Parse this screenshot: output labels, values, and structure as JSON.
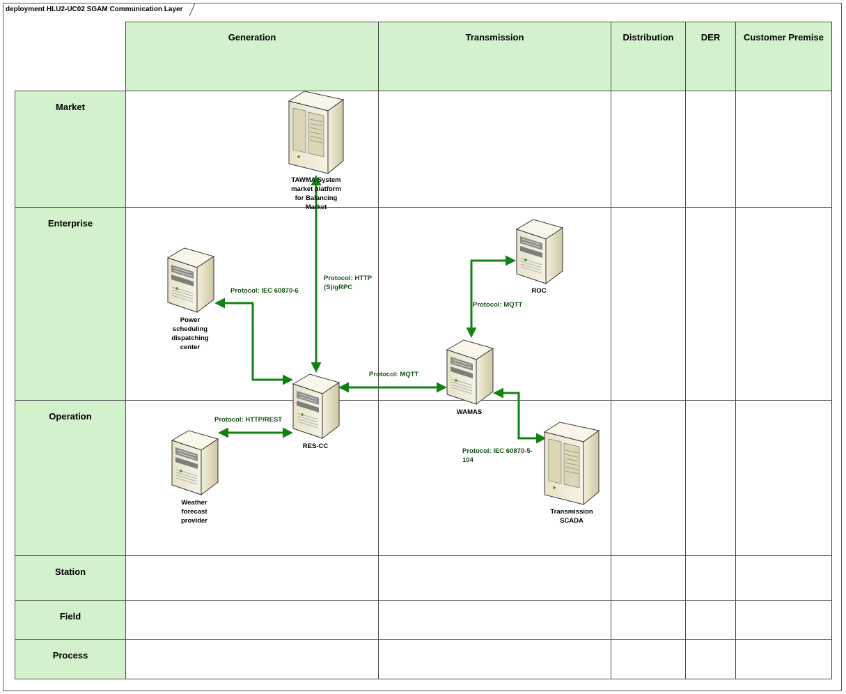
{
  "diagram": {
    "title": "deployment HLU2-UC02 SGAM Communication Layer",
    "columns": [
      "Generation",
      "Transmission",
      "Distribution",
      "DER",
      "Customer Premise"
    ],
    "rows": [
      "Market",
      "Enterprise",
      "Operation",
      "Station",
      "Field",
      "Process"
    ],
    "nodes": {
      "tawma": "TAWMA System market platform for Balancing Market",
      "power_sched": "Power scheduling dispatching center",
      "res_cc": "RES-CC",
      "weather": "Weather forecast provider",
      "wamas": "WAMAS",
      "roc": "ROC",
      "scada": "Transmission SCADA"
    },
    "edges": {
      "iec_6": "Protocol: IEC 60870-6",
      "http_grpc": "Protocol: HTTP (S)/gRPC",
      "mqtt_roc": "Protocol: MQTT",
      "mqtt_wamas": "Protocol: MQTT",
      "http_rest": "Protocol: HTTP/REST",
      "iec_104": "Protocol: IEC 60870-5-104"
    },
    "colors": {
      "zone_fill": "#d3f1cc",
      "connector": "#138013",
      "label_text": "#155215",
      "grid": "#4a4a4a"
    },
    "icons": [
      "server-tower-icon"
    ]
  }
}
